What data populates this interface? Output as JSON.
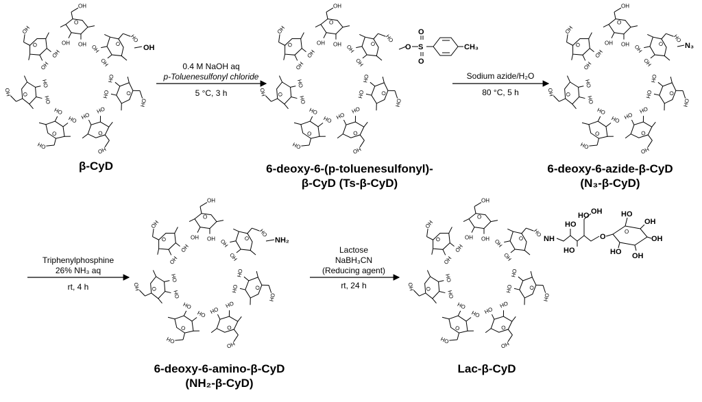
{
  "compounds": [
    {
      "key": "bcyd",
      "name_line1": "β-CyD",
      "name_line2": ""
    },
    {
      "key": "ts",
      "name_line1": "6-deoxy-6-(p-toluenesulfonyl)-",
      "name_line2": "β-CyD (Ts-β-CyD)"
    },
    {
      "key": "n3",
      "name_line1": "6-deoxy-6-azide-β-CyD",
      "name_line2": "(N₃-β-CyD)"
    },
    {
      "key": "nh2",
      "name_line1": "6-deoxy-6-amino-β-CyD",
      "name_line2": "(NH₂-β-CyD)"
    },
    {
      "key": "lac",
      "name_line1": "Lac-β-CyD",
      "name_line2": ""
    }
  ],
  "steps": [
    {
      "line1": "0.4 M NaOH aq",
      "line2": "p-Toluenesulfonyl  chloride",
      "line3": "5 °C, 3 h"
    },
    {
      "line1": "Sodium azide/H₂O",
      "line2": "80 °C, 5 h",
      "line3": ""
    },
    {
      "line1": "Triphenylphosphine",
      "line2": "26% NH₃ aq",
      "line3": "rt, 4 h"
    },
    {
      "line1": "Lactose",
      "line2": "NaBH₃CN",
      "line3": "(Reducing agent)",
      "line4": "rt, 24 h"
    }
  ],
  "atoms": {
    "ring_hydroxyl": "OH",
    "ring_hydroxyl_left": "HO",
    "primary_oh": "OH",
    "tosyl_o": "O",
    "tosyl_s": "S",
    "tosyl_ch3": "CH₃",
    "azide": "N₃",
    "amine": "NH₂",
    "lac_nh": "NH",
    "lac_oh": "OH",
    "lac_ho": "HO",
    "lac_o": "O"
  }
}
